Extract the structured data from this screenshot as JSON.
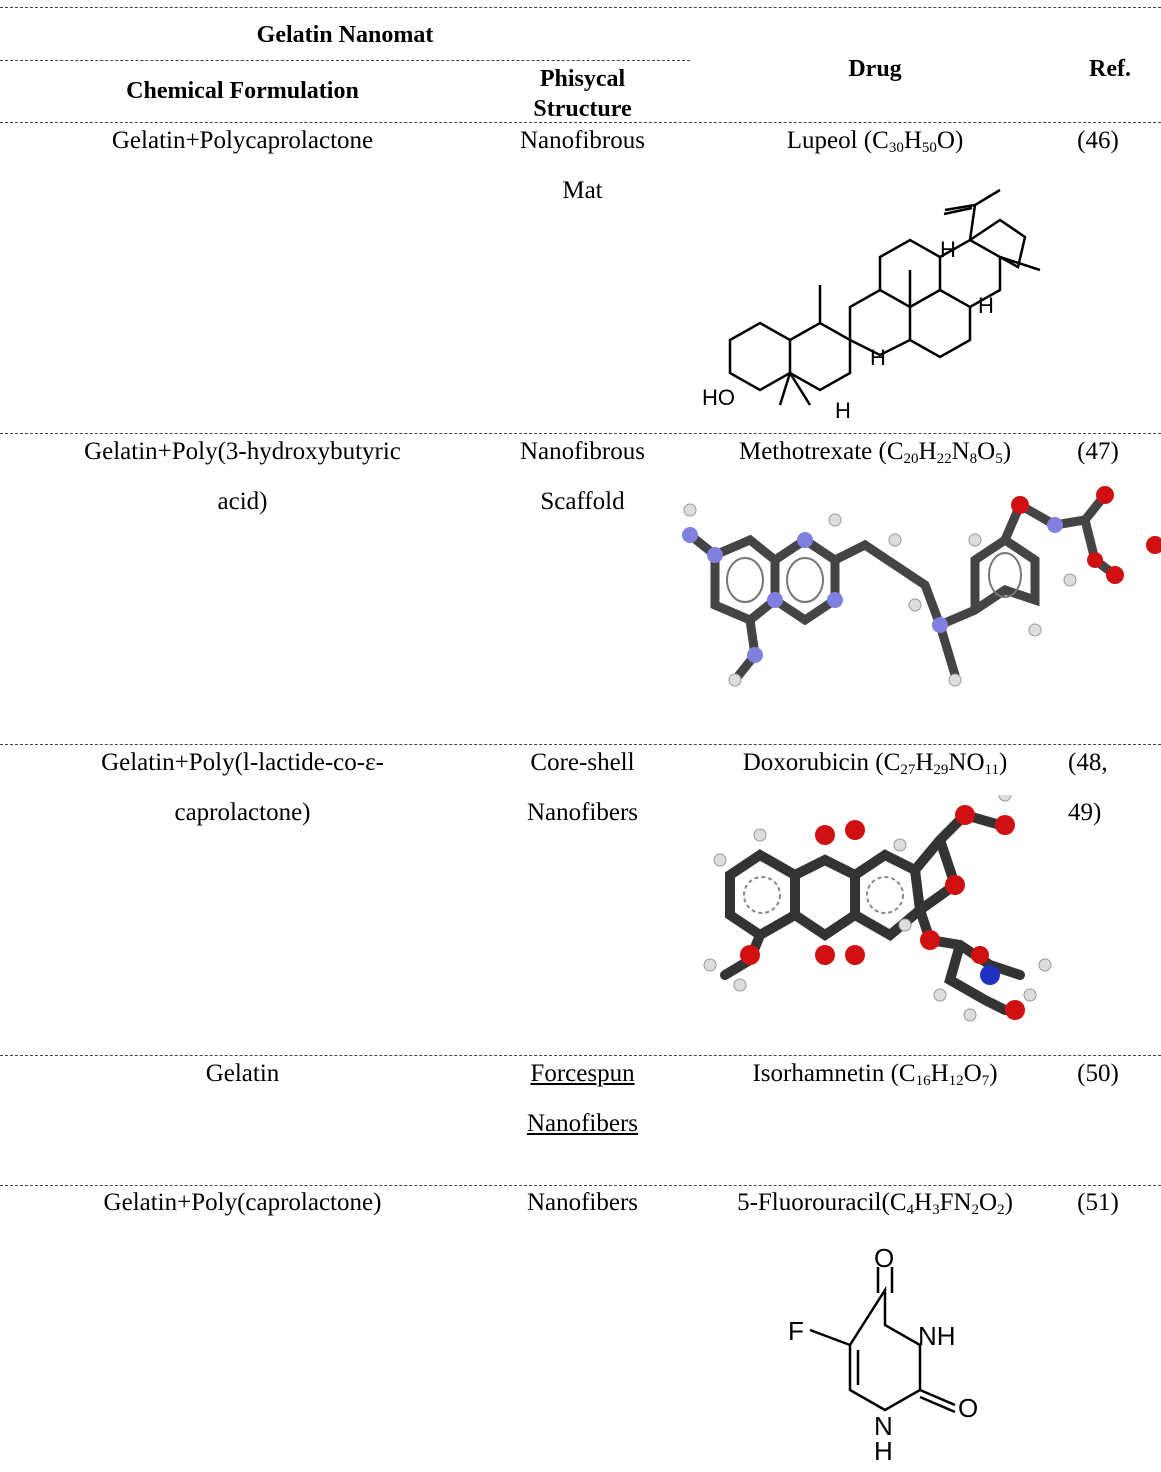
{
  "header": {
    "group": "Gelatin Nanomat",
    "chemical_formulation": "Chemical Formulation",
    "physical_structure_line1": "Phisycal",
    "physical_structure_line2": "Structure",
    "drug": "Drug",
    "ref": "Ref."
  },
  "rows": [
    {
      "formulation": [
        "Gelatin+Polycaprolactone"
      ],
      "structure": [
        "Nanofibrous",
        "Mat"
      ],
      "drug_name": "Lupeol (",
      "formula": [
        [
          "C",
          "30"
        ],
        [
          "H",
          "50"
        ],
        [
          "O",
          ""
        ]
      ],
      "ref": [
        "(46)"
      ],
      "molecule_labels": [
        "H",
        "H",
        "H",
        "H",
        "HO"
      ]
    },
    {
      "formulation": [
        "Gelatin+Poly(3-hydroxybutyric",
        "acid)"
      ],
      "structure": [
        "Nanofibrous",
        "Scaffold"
      ],
      "drug_name": "Methotrexate (",
      "formula": [
        [
          "C",
          "20"
        ],
        [
          "H",
          "22"
        ],
        [
          "N",
          "8"
        ],
        [
          "O",
          "5"
        ]
      ],
      "ref": [
        "(47)"
      ]
    },
    {
      "formulation": [
        "Gelatin+Poly(l-lactide-co-ε-",
        "caprolactone)"
      ],
      "structure": [
        "Core-shell",
        "Nanofibers"
      ],
      "drug_name": "Doxorubicin (",
      "formula": [
        [
          "C",
          "27"
        ],
        [
          "H",
          "29"
        ],
        [
          "N",
          ""
        ],
        [
          "O",
          "11"
        ]
      ],
      "ref": [
        "(48,",
        "49)"
      ]
    },
    {
      "formulation": [
        "Gelatin"
      ],
      "structure": [
        "Forcespun",
        "Nanofibers"
      ],
      "drug_name": "Isorhamnetin (",
      "formula": [
        [
          "C",
          "16"
        ],
        [
          "H",
          "12"
        ],
        [
          "O",
          "7"
        ]
      ],
      "ref": [
        "(50)"
      ]
    },
    {
      "formulation": [
        "Gelatin+Poly(caprolactone)"
      ],
      "structure": [
        "Nanofibers"
      ],
      "drug_name": "5-Fluorouracil(",
      "formula": [
        [
          "C",
          "4"
        ],
        [
          "H",
          "3"
        ],
        [
          "F",
          ""
        ],
        [
          "N",
          "2"
        ],
        [
          "O",
          "2"
        ]
      ],
      "ref": [
        "(51)"
      ],
      "molecule_labels": [
        "O",
        "F",
        "NH",
        "O",
        "N",
        "H"
      ]
    }
  ],
  "colors": {
    "carbon": "#333333",
    "oxygen": "#d01010",
    "nitrogen": "#8080e0",
    "nitrogen_dark": "#2030c0",
    "hydrogen": "#e8e8e8"
  }
}
